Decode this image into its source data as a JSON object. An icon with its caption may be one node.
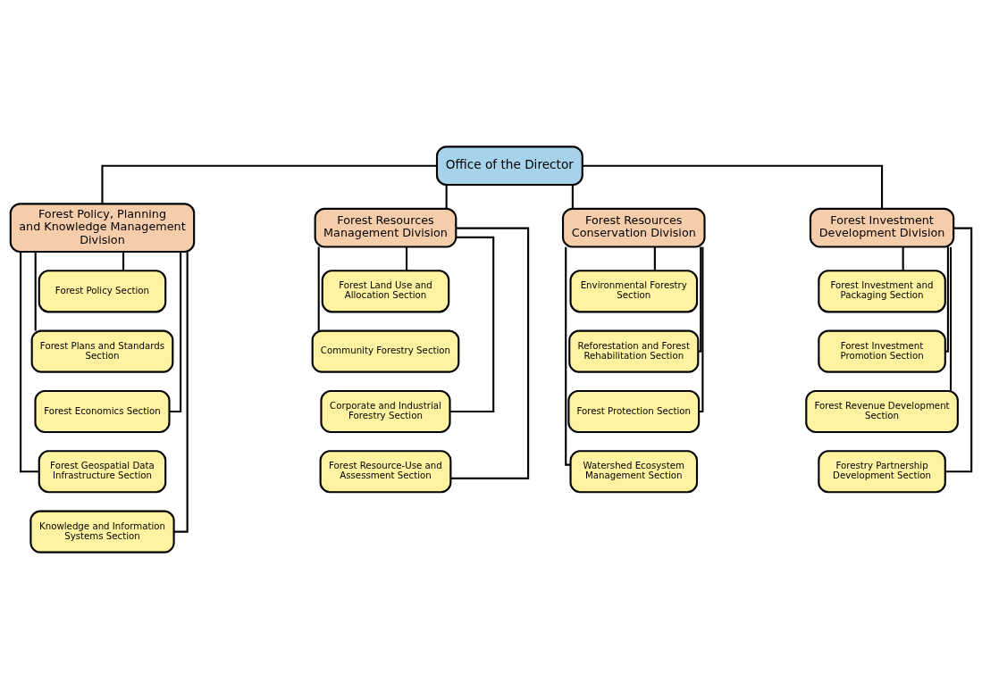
{
  "diagram": {
    "nodes": [
      {
        "text": [
          "Office of the Director"
        ]
      },
      {
        "text": [
          "Forest Policy, Planning and Knowledge Management Division"
        ]
      },
      {
        "text": [
          "Forest Policy Section"
        ]
      },
      {
        "text": [
          "Forest Plans and Standards Section"
        ]
      },
      {
        "text": [
          "Forest Economics Section"
        ]
      },
      {
        "text": [
          "Forest Geospatial Data Infrastructure Section"
        ]
      },
      {
        "text": [
          "Knowledge and Information Systems Section"
        ]
      },
      {
        "text": [
          "Forest Resources Management Division"
        ]
      },
      {
        "text": [
          "Forest Land Use and Allocation Section"
        ]
      },
      {
        "text": [
          "Community Forestry Section"
        ]
      },
      {
        "text": [
          "Corporate and Industrial Forestry Section"
        ]
      },
      {
        "text": [
          "Forest Resource-Use and Assessment Section"
        ]
      },
      {
        "text": [
          "Forest Resources Conservation Division"
        ]
      },
      {
        "text": [
          "Environmental Forestry Section"
        ]
      },
      {
        "text": [
          "Reforestation and Forest Rehabilitation Section"
        ]
      },
      {
        "text": [
          "Forest Protection Section"
        ]
      },
      {
        "text": [
          "Watershed Ecosystem Management Section"
        ]
      },
      {
        "text": [
          "Forest Investment Development Division"
        ]
      },
      {
        "text": [
          "Forest Investment and Packaging Section"
        ]
      },
      {
        "text": [
          "Forest Investment Promotion Section"
        ]
      },
      {
        "text": [
          "Forest Revenue Development Section"
        ]
      },
      {
        "text": [
          "Forestry Partnership Development Section"
        ]
      }
    ],
    "edges": [
      {
        "from": 0,
        "to": 1,
        "arrow": "none"
      },
      {
        "from": 0,
        "to": 7,
        "arrow": "none"
      },
      {
        "from": 0,
        "to": 12,
        "arrow": "none"
      },
      {
        "from": 0,
        "to": 17,
        "arrow": "none"
      },
      {
        "from": 1,
        "to": 2,
        "arrow": "none"
      },
      {
        "from": 1,
        "to": 3,
        "arrow": "none"
      },
      {
        "from": 1,
        "to": 4,
        "arrow": "none"
      },
      {
        "from": 1,
        "to": 5,
        "arrow": "none"
      },
      {
        "from": 1,
        "to": 6,
        "arrow": "none"
      },
      {
        "from": 7,
        "to": 8,
        "arrow": "none"
      },
      {
        "from": 7,
        "to": 9,
        "arrow": "none"
      },
      {
        "from": 7,
        "to": 10,
        "arrow": "none"
      },
      {
        "from": 7,
        "to": 11,
        "arrow": "none"
      },
      {
        "from": 12,
        "to": 13,
        "arrow": "none"
      },
      {
        "from": 12,
        "to": 14,
        "arrow": "none"
      },
      {
        "from": 12,
        "to": 15,
        "arrow": "none"
      },
      {
        "from": 12,
        "to": 16,
        "arrow": "none"
      },
      {
        "from": 17,
        "to": 18,
        "arrow": "none"
      },
      {
        "from": 17,
        "to": 19,
        "arrow": "none"
      },
      {
        "from": 17,
        "to": 20,
        "arrow": "none"
      },
      {
        "from": 17,
        "to": 21,
        "arrow": "none"
      }
    ]
  }
}
